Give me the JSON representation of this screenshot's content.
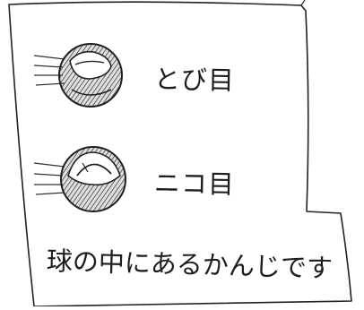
{
  "sketch": {
    "paper_color": "#ffffff",
    "ink_color": "#1e1e1e",
    "labels": [
      {
        "text": "とび目"
      },
      {
        "text": "ニコ目"
      }
    ],
    "caption": "球の中にあるかんじです"
  }
}
